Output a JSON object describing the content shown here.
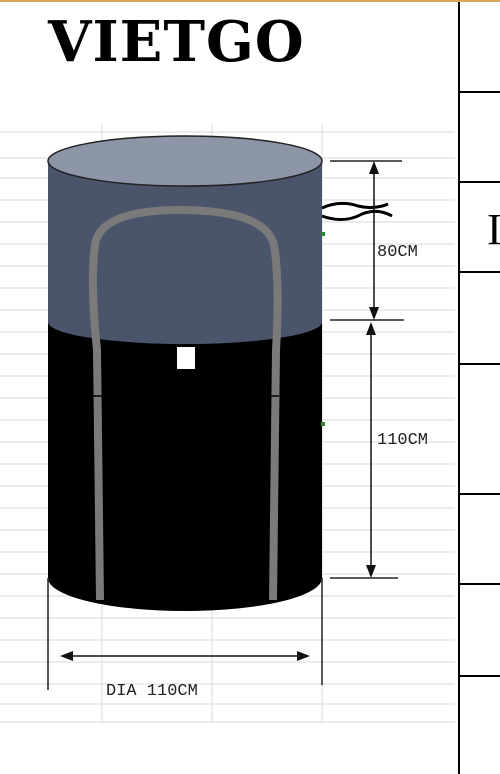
{
  "brand": {
    "name": "VIETGO"
  },
  "dimensions": {
    "top_height": "80CM",
    "body_height": "110CM",
    "diameter": "DIA 110CM"
  },
  "side_table": {
    "partial_letter": "I"
  },
  "colors": {
    "top_section": "#4a556b",
    "top_lid": "#8c96a6",
    "body_section": "#000000",
    "handle": "#7a7a7a",
    "gridline": "#d8d8d8",
    "table_border": "#000000",
    "header_rule": "#d9a560"
  }
}
